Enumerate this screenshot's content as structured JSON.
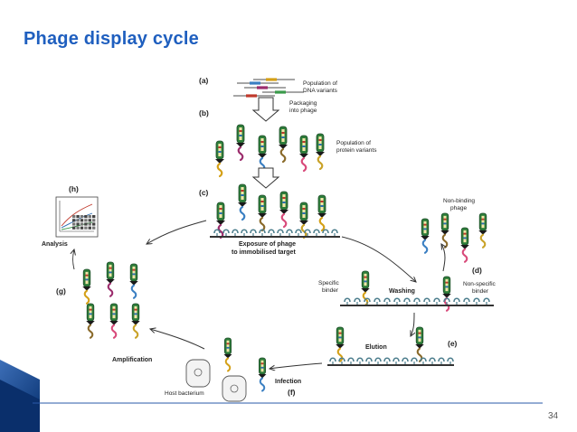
{
  "slide": {
    "title": "Phage display cycle",
    "page_number": "34"
  },
  "diagram": {
    "steps": {
      "a": "(a)",
      "b": "(b)",
      "c": "(c)",
      "d": "(d)",
      "e": "(e)",
      "f": "(f)",
      "g": "(g)",
      "h": "(h)"
    },
    "labels": {
      "dna_line1": "Population of",
      "dna_line2": "DNA variants",
      "pack_line1": "Packaging",
      "pack_line2": "into phage",
      "prot_line1": "Population of",
      "prot_line2": "protein variants",
      "expo_line1": "Exposure of phage",
      "expo_line2": "to immobilised target",
      "nonbind_line1": "Non-binding",
      "nonbind_line2": "phage",
      "specific_line1": "Specific",
      "specific_line2": "binder",
      "washing": "Washing",
      "nonspec_line1": "Non-specific",
      "nonspec_line2": "binder",
      "elution": "Elution",
      "infection": "Infection",
      "host": "Host bacterium",
      "amplification": "Amplification",
      "analysis": "Analysis"
    },
    "colors": {
      "title": "#1f5fbf",
      "phage_coat": "#2e7d3a",
      "phage_head": "#1f4f2a",
      "protein_colors": [
        "#d4a017",
        "#9b2c6c",
        "#3a7fc2",
        "#8a6a2a",
        "#d84a7a",
        "#c9a227"
      ],
      "target": "#4b7d8c"
    }
  }
}
